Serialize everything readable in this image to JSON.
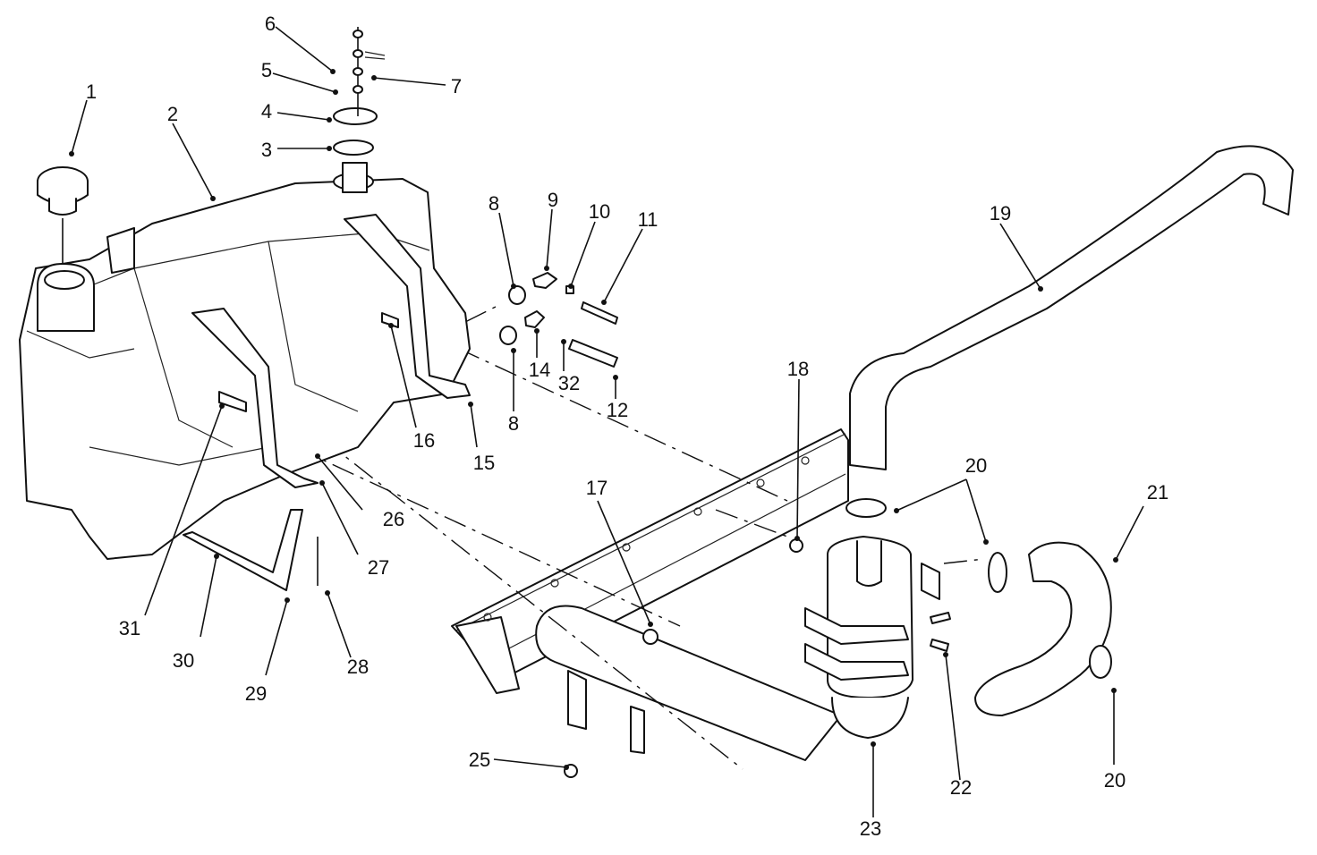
{
  "callouts": [
    {
      "id": "1",
      "text": "1"
    },
    {
      "id": "2",
      "text": "2"
    },
    {
      "id": "3",
      "text": "3"
    },
    {
      "id": "4",
      "text": "4"
    },
    {
      "id": "5",
      "text": "5"
    },
    {
      "id": "6",
      "text": "6"
    },
    {
      "id": "7",
      "text": "7"
    },
    {
      "id": "8a",
      "text": "8"
    },
    {
      "id": "8b",
      "text": "8"
    },
    {
      "id": "9",
      "text": "9"
    },
    {
      "id": "10",
      "text": "10"
    },
    {
      "id": "11",
      "text": "11"
    },
    {
      "id": "12",
      "text": "12"
    },
    {
      "id": "14",
      "text": "14"
    },
    {
      "id": "15",
      "text": "15"
    },
    {
      "id": "16",
      "text": "16"
    },
    {
      "id": "17",
      "text": "17"
    },
    {
      "id": "18",
      "text": "18"
    },
    {
      "id": "19",
      "text": "19"
    },
    {
      "id": "20a",
      "text": "20"
    },
    {
      "id": "20b",
      "text": "20"
    },
    {
      "id": "21",
      "text": "21"
    },
    {
      "id": "22",
      "text": "22"
    },
    {
      "id": "23",
      "text": "23"
    },
    {
      "id": "25",
      "text": "25"
    },
    {
      "id": "26",
      "text": "26"
    },
    {
      "id": "27",
      "text": "27"
    },
    {
      "id": "28",
      "text": "28"
    },
    {
      "id": "29",
      "text": "29"
    },
    {
      "id": "30",
      "text": "30"
    },
    {
      "id": "31",
      "text": "31"
    },
    {
      "id": "32",
      "text": "32"
    }
  ]
}
